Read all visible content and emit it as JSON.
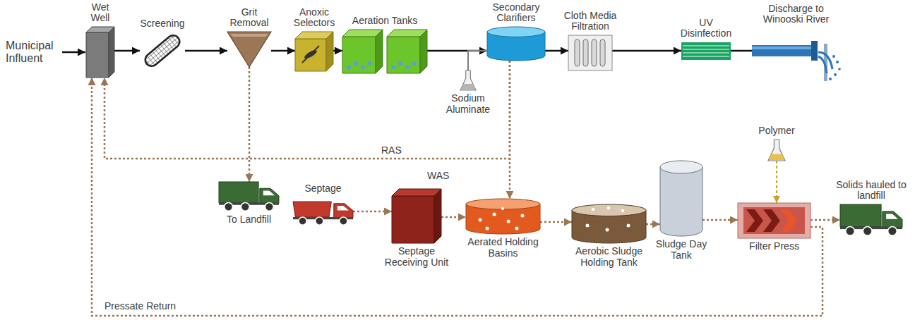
{
  "diagram": {
    "nodes": [
      {
        "text": [
          "Wet Well"
        ]
      },
      {
        "text": [
          "Screening"
        ]
      },
      {
        "text": [
          "Grit Removal"
        ]
      },
      {
        "text": [
          "Anoxic Selectors"
        ]
      },
      {
        "text": [
          "Aeration Tanks"
        ]
      },
      {
        "text": [
          "Secondary Clarifiers"
        ]
      },
      {
        "text": [
          "Cloth Media Filtration"
        ]
      },
      {
        "text": [
          "UV Disinfection"
        ]
      },
      {
        "text": [
          "Discharge to Winooski River"
        ]
      },
      {
        "text": [
          "To Landfill"
        ]
      },
      {
        "text": [
          "Septage"
        ]
      },
      {
        "text": [
          "Septage Receiving Unit"
        ]
      },
      {
        "text": [
          "Aerated Holding Basins"
        ]
      },
      {
        "text": [
          "Aerobic Sludge Holding Tank"
        ]
      },
      {
        "text": [
          "Sludge Day Tank"
        ]
      },
      {
        "text": [
          "Filter Press"
        ]
      },
      {
        "text": [
          "Solids hauled to landfill"
        ]
      },
      {
        "text": [
          "Sodium Aluminate"
        ]
      },
      {
        "text": [
          "Polymer"
        ]
      }
    ],
    "edges": [
      {
        "from": 0,
        "to": 1,
        "arrow": "to"
      },
      {
        "from": 1,
        "to": 2,
        "arrow": "to"
      },
      {
        "from": 2,
        "to": 3,
        "arrow": "to"
      },
      {
        "from": 3,
        "to": 4,
        "arrow": "to"
      },
      {
        "from": 4,
        "to": 5,
        "arrow": "to"
      },
      {
        "from": 5,
        "to": 6,
        "arrow": "to"
      },
      {
        "from": 6,
        "to": 7,
        "arrow": "to"
      },
      {
        "from": 7,
        "to": 8,
        "arrow": "none"
      },
      {
        "from": 17,
        "to": 5,
        "arrow": "none"
      },
      {
        "from": 2,
        "to": 9,
        "arrow": "to"
      },
      {
        "from": 5,
        "to": 0,
        "label": "RAS",
        "arrow": "to"
      },
      {
        "from": 5,
        "to": 12,
        "label": "WAS",
        "arrow": "to"
      },
      {
        "from": 10,
        "to": 11,
        "arrow": "to"
      },
      {
        "from": 11,
        "to": 12,
        "arrow": "to"
      },
      {
        "from": 12,
        "to": 13,
        "arrow": "to"
      },
      {
        "from": 13,
        "to": 14,
        "arrow": "to"
      },
      {
        "from": 14,
        "to": 15,
        "arrow": "to"
      },
      {
        "from": 18,
        "to": 15,
        "arrow": "to"
      },
      {
        "from": 15,
        "to": 16,
        "arrow": "to"
      },
      {
        "from": 15,
        "to": 0,
        "label": "Pressate Return",
        "arrow": "to"
      }
    ],
    "labels": [
      "Municipal Influent"
    ]
  }
}
